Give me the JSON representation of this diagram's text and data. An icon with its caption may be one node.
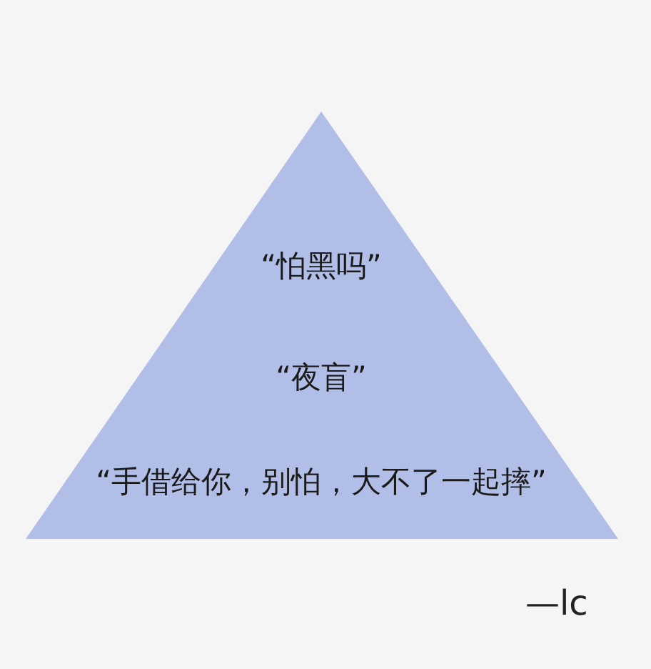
{
  "diagram": {
    "nodes": [
      {
        "text": [
          "“怕黑吗”",
          "“夜盲”",
          "“手借给你，别怕，大不了一起摔”"
        ]
      }
    ],
    "labels": [
      "—lc"
    ]
  }
}
